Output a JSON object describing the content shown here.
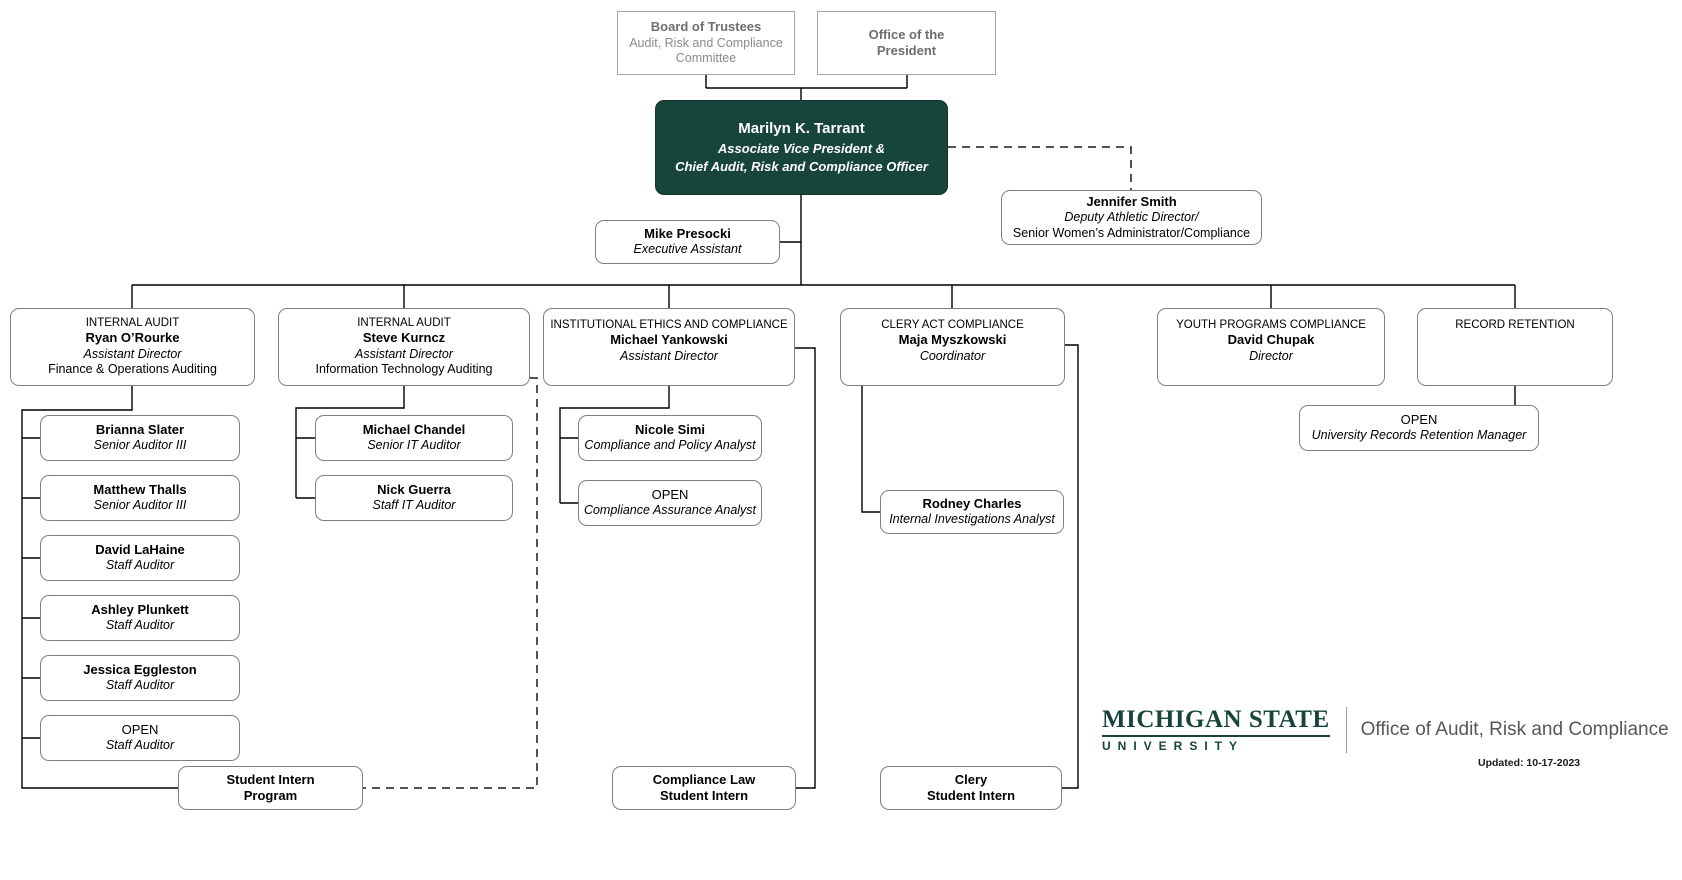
{
  "colors": {
    "msu_green": "#18453B",
    "box_border_gray": "#7f7f7f",
    "muted_text_gray": "#8a8a8a"
  },
  "top_row": {
    "board": {
      "line1": "Board of Trustees",
      "line2": "Audit, Risk and Compliance",
      "line3": "Committee"
    },
    "president": {
      "line1": "Office of the",
      "line2": "President"
    }
  },
  "leader": {
    "name": "Marilyn K. Tarrant",
    "title1": "Associate Vice President &",
    "title2": "Chief Audit, Risk and Compliance Officer"
  },
  "executive_assistant": {
    "name": "Mike Presocki",
    "title": "Executive Assistant"
  },
  "dotted_report": {
    "name": "Jennifer Smith",
    "title1": "Deputy Athletic Director/",
    "title2": "Senior Women’s Administrator/Compliance"
  },
  "departments": [
    {
      "dept": "INTERNAL AUDIT",
      "name": "Ryan O’Rourke",
      "title": "Assistant Director",
      "subtitle": "Finance & Operations Auditing"
    },
    {
      "dept": "INTERNAL AUDIT",
      "name": "Steve Kurncz",
      "title": "Assistant Director",
      "subtitle": "Information Technology Auditing"
    },
    {
      "dept": "INSTITUTIONAL ETHICS AND COMPLIANCE",
      "name": "Michael Yankowski",
      "title": "Assistant Director"
    },
    {
      "dept": "CLERY ACT COMPLIANCE",
      "name": "Maja Myszkowski",
      "title": "Coordinator"
    },
    {
      "dept": "YOUTH PROGRAMS COMPLIANCE",
      "name": "David Chupak",
      "title": "Director"
    },
    {
      "dept": "RECORD RETENTION"
    }
  ],
  "internal_audit_staff": [
    {
      "name": "Brianna Slater",
      "title": "Senior Auditor III"
    },
    {
      "name": "Matthew Thalls",
      "title": "Senior Auditor III"
    },
    {
      "name": "David LaHaine",
      "title": "Staff Auditor"
    },
    {
      "name": "Ashley Plunkett",
      "title": "Staff Auditor"
    },
    {
      "name": "Jessica Eggleston",
      "title": "Staff Auditor"
    },
    {
      "name": "OPEN",
      "title": "Staff Auditor"
    }
  ],
  "it_audit_staff": [
    {
      "name": "Michael Chandel",
      "title": "Senior IT Auditor"
    },
    {
      "name": "Nick Guerra",
      "title": "Staff IT Auditor"
    }
  ],
  "ethics_staff": [
    {
      "name": "Nicole Simi",
      "title": "Compliance and Policy Analyst"
    },
    {
      "name": "OPEN",
      "title": "Compliance Assurance Analyst"
    }
  ],
  "clery_staff": [
    {
      "name": "Rodney Charles",
      "title": "Internal Investigations Analyst"
    }
  ],
  "record_retention_staff": [
    {
      "name": "OPEN",
      "title": "University Records Retention Manager"
    }
  ],
  "interns": {
    "program": {
      "line1": "Student Intern",
      "line2": "Program"
    },
    "compliance_law": {
      "line1": "Compliance Law",
      "line2": "Student Intern"
    },
    "clery": {
      "line1": "Clery",
      "line2": "Student Intern"
    }
  },
  "footer": {
    "logo_line1": "MICHIGAN STATE",
    "logo_line2": "UNIVERSITY",
    "office": "Office of Audit, Risk and Compliance",
    "updated": "Updated: 10-17-2023"
  }
}
